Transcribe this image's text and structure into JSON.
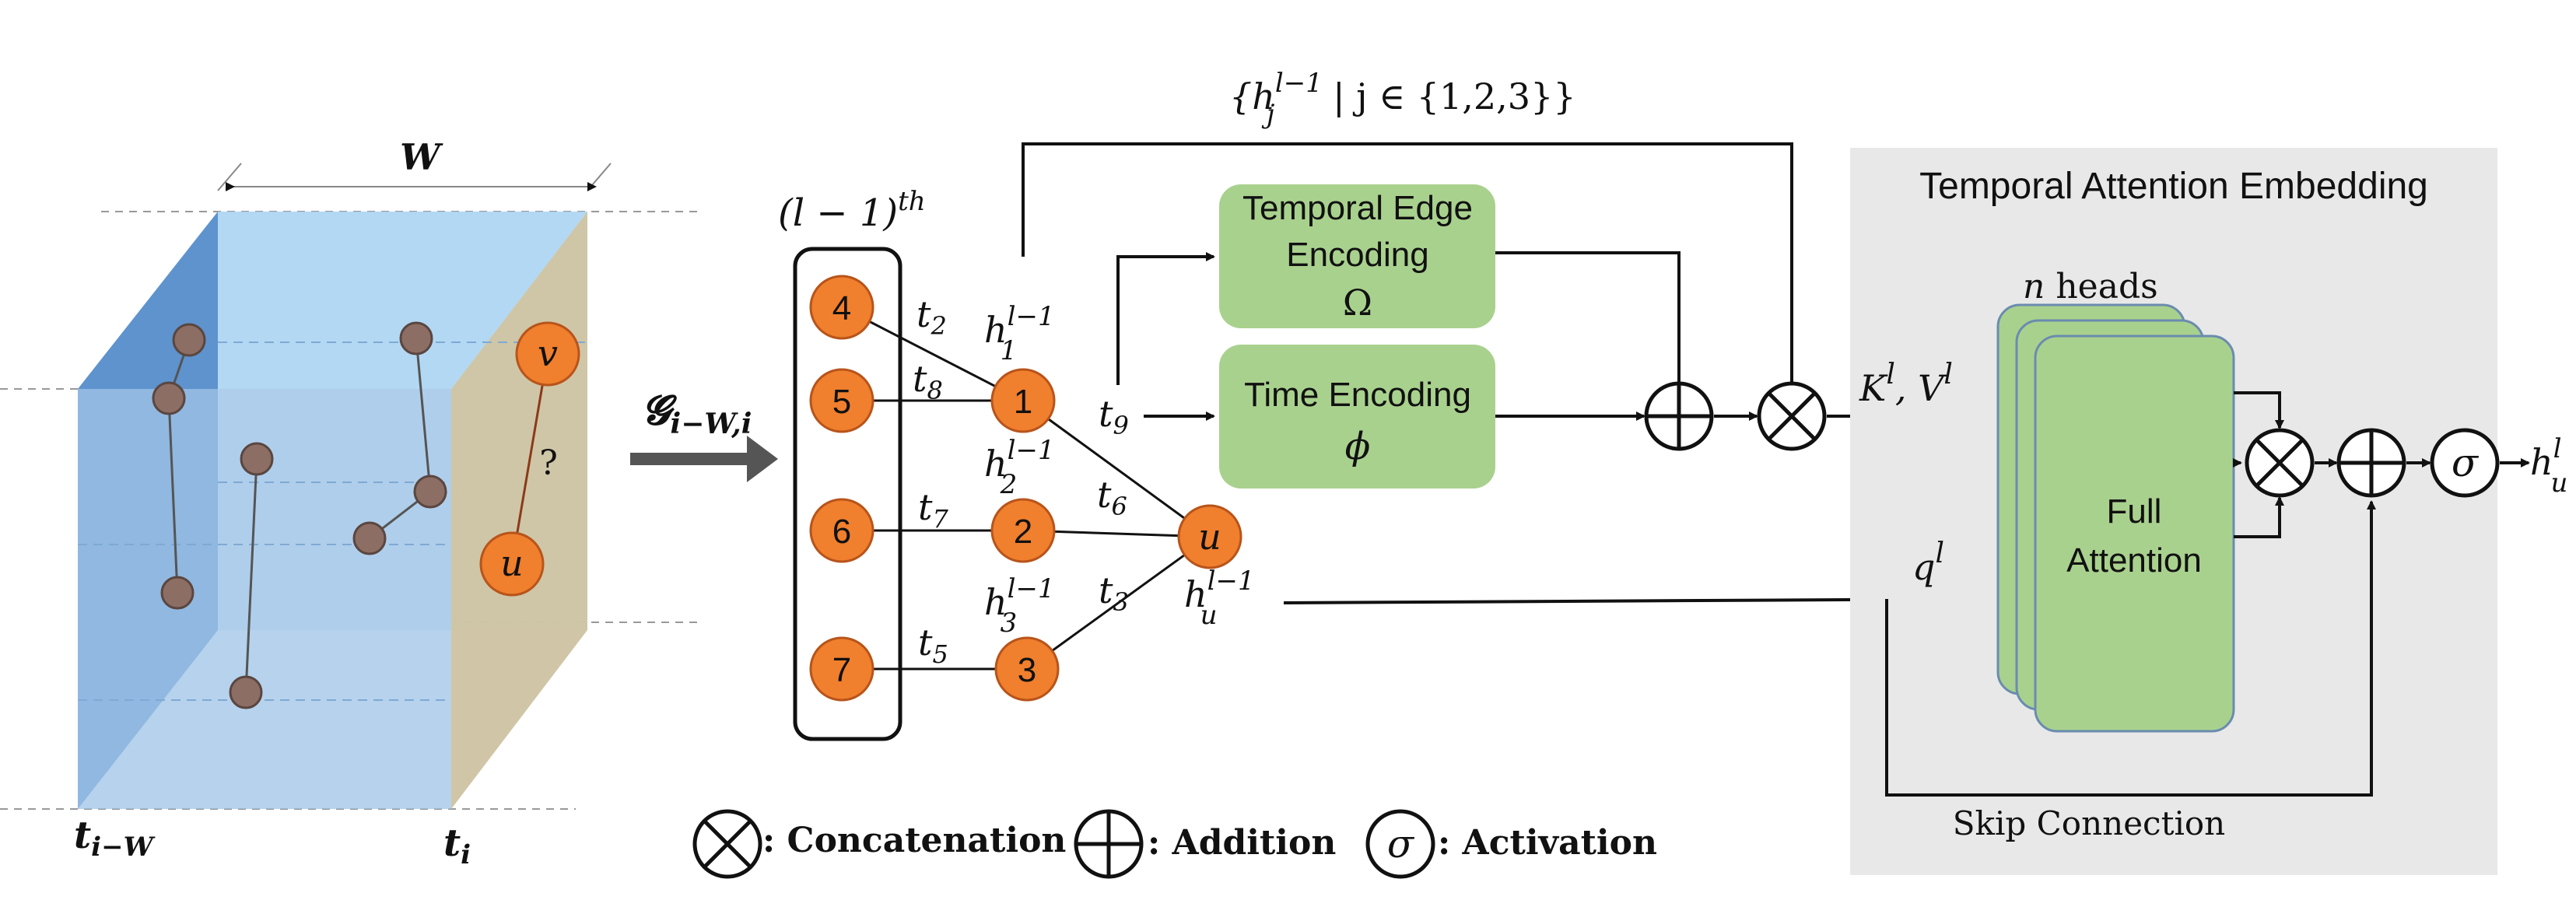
{
  "cube": {
    "width_label": "W",
    "left_time_label": "t",
    "left_time_sub": "i−W",
    "right_time_label": "t",
    "right_time_sub": "i",
    "node_v": "v",
    "node_u": "u",
    "question": "?"
  },
  "graph_arrow": {
    "symbol": "𝓖",
    "subscript": "i−W,i"
  },
  "layer_box": {
    "label": "(l − 1)",
    "label_sup": "th",
    "nodes": [
      "4",
      "5",
      "6",
      "7"
    ]
  },
  "middle_graph": {
    "nodes": [
      "1",
      "2",
      "3",
      "u"
    ],
    "h1": "h",
    "h1_sup": "l−1",
    "h1_sub": "1",
    "h2": "h",
    "h2_sup": "l−1",
    "h2_sub": "2",
    "h3": "h",
    "h3_sup": "l−1",
    "h3_sub": "3",
    "hu": "h",
    "hu_sup": "l−1",
    "hu_sub": "u",
    "edges": [
      {
        "t": "t",
        "sub": "2"
      },
      {
        "t": "t",
        "sub": "8"
      },
      {
        "t": "t",
        "sub": "7"
      },
      {
        "t": "t",
        "sub": "5"
      },
      {
        "t": "t",
        "sub": "9"
      },
      {
        "t": "t",
        "sub": "6"
      },
      {
        "t": "t",
        "sub": "3"
      }
    ]
  },
  "top_set_label": "{h",
  "top_set_sup": "l−1",
  "top_set_sub": "j",
  "top_set_rest": " | j ∈ {1,2,3}}",
  "temporal_edge_box": {
    "line1": "Temporal Edge",
    "line2": "Encoding",
    "symbol": "Ω"
  },
  "time_encoding_box": {
    "line1": "Time Encoding",
    "symbol": "ϕ"
  },
  "kv_label": {
    "k": "K",
    "k_sup": "l",
    "sep": ", ",
    "v": "V",
    "v_sup": "l"
  },
  "q_label": {
    "q": "q",
    "q_sup": "l"
  },
  "attention_panel": {
    "title": "Temporal Attention Embedding",
    "heads_n": "n",
    "heads_text": " heads",
    "full_attention_line1": "Full",
    "full_attention_line2": "Attention",
    "skip_connection": "Skip Connection",
    "output": "h",
    "output_sup": "l",
    "output_sub": "u",
    "sigma": "σ"
  },
  "legend": [
    {
      "symbol": "concat",
      "text": ": Concatenation"
    },
    {
      "symbol": "add",
      "text": ": Addition"
    },
    {
      "symbol": "sigma",
      "glyph": "σ",
      "text": ": Activation"
    }
  ],
  "colors": {
    "node_orange": "#f07f2e",
    "node_brown": "#8c6e64",
    "green_box": "#a9d18e",
    "panel_gray": "#e8e8e8",
    "cube_blue": "#9dc3e6",
    "cube_side": "#cdc3a2"
  }
}
